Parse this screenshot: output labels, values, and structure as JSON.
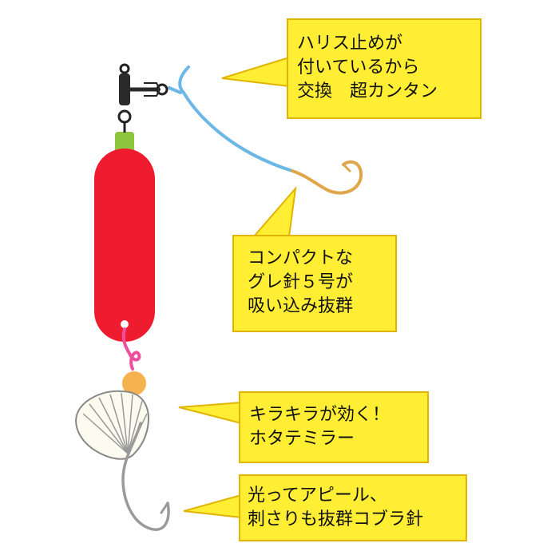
{
  "colors": {
    "callout_fill": "#ffee33",
    "callout_stroke": "#e0b400",
    "float_red": "#ee1c2e",
    "float_cap_green": "#8ec63f",
    "line_blue": "#6bb7e6",
    "hook_gold": "#e0a64a",
    "bead_orange": "#f6b24e",
    "link_pink": "#ee4f9e",
    "hook_silver": "#9a9a9a"
  },
  "callouts": {
    "swivel": {
      "lines": [
        "ハリス止めが",
        "付いているから",
        "交換　超カンタン"
      ]
    },
    "hook": {
      "lines": [
        "コンパクトな",
        "グレ針５号が",
        "吸い込み抜群"
      ]
    },
    "mirror": {
      "lines": [
        "キラキラが効く！",
        "ホタテミラー"
      ]
    },
    "treble": {
      "lines": [
        "光ってアピール、",
        "刺さりも抜群コブラ針"
      ]
    }
  }
}
